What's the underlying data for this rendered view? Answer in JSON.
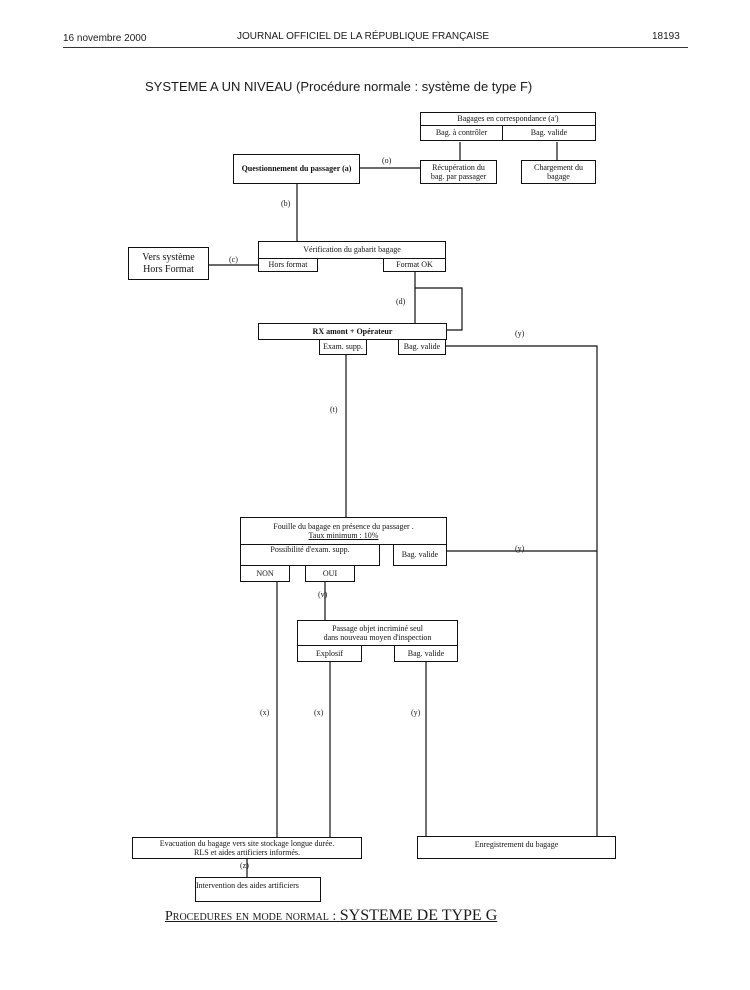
{
  "header": {
    "date": "16 novembre 2000",
    "journal": "JOURNAL OFFICIEL DE LA RÉPUBLIQUE FRANÇAISE",
    "page": "18193"
  },
  "title": "SYSTEME  A UN NIVEAU (Procédure normale : système de type F)",
  "boxes": {
    "bagages_corresp": "Bagages en correspondance (a')",
    "bag_a_controler": "Bag. à contrôler",
    "bag_valide_top": "Bag. valide",
    "questionnement": "Questionnement du passager (a)",
    "recuperation_1": "Récupération du",
    "recuperation_2": "bag. par passager",
    "chargement_1": "Chargement du",
    "chargement_2": "bagage",
    "vers_systeme_1": "Vers système",
    "vers_systeme_2": "Hors Format",
    "verification": "Vérification du gabarit bagage",
    "hors_format": "Hors format",
    "format_ok": "Format OK",
    "rx_amont": "RX amont + Opérateur",
    "exam_supp": "Exam. supp.",
    "bag_valide_rx": "Bag. valide",
    "fouille_1": "Fouille du bagage en présence du passager .",
    "fouille_2": "Taux minimum : 10%",
    "possibilite": "Possibilité d'exam. supp.",
    "bag_valide_fouille": "Bag. valide",
    "non": "NON",
    "oui": "OUI",
    "passage_1": "Passage objet incriminé seul",
    "passage_2": "dans nouveau moyen d'inspection",
    "explosif": "Explosif",
    "bag_valide_passage": "Bag. valide",
    "evacuation_1": "Evacuation du bagage vers site stockage longue durée.",
    "evacuation_2": "RLS et aides artificiers informés.",
    "enregistrement": "Enregistrement du bagage",
    "intervention": "Intervention des aides artificiers"
  },
  "labels": {
    "o": "(o)",
    "b": "(b)",
    "c": "(c)",
    "d": "(d)",
    "t": "(t)",
    "y1": "(y)",
    "y2": "(y)",
    "v": "(v)",
    "x1": "(x)",
    "x2": "(x)",
    "y3": "(y)",
    "z": "(z)"
  },
  "footer": {
    "prefix": "Procedures en mode normal : ",
    "suffix": "SYSTEME DE TYPE G"
  }
}
